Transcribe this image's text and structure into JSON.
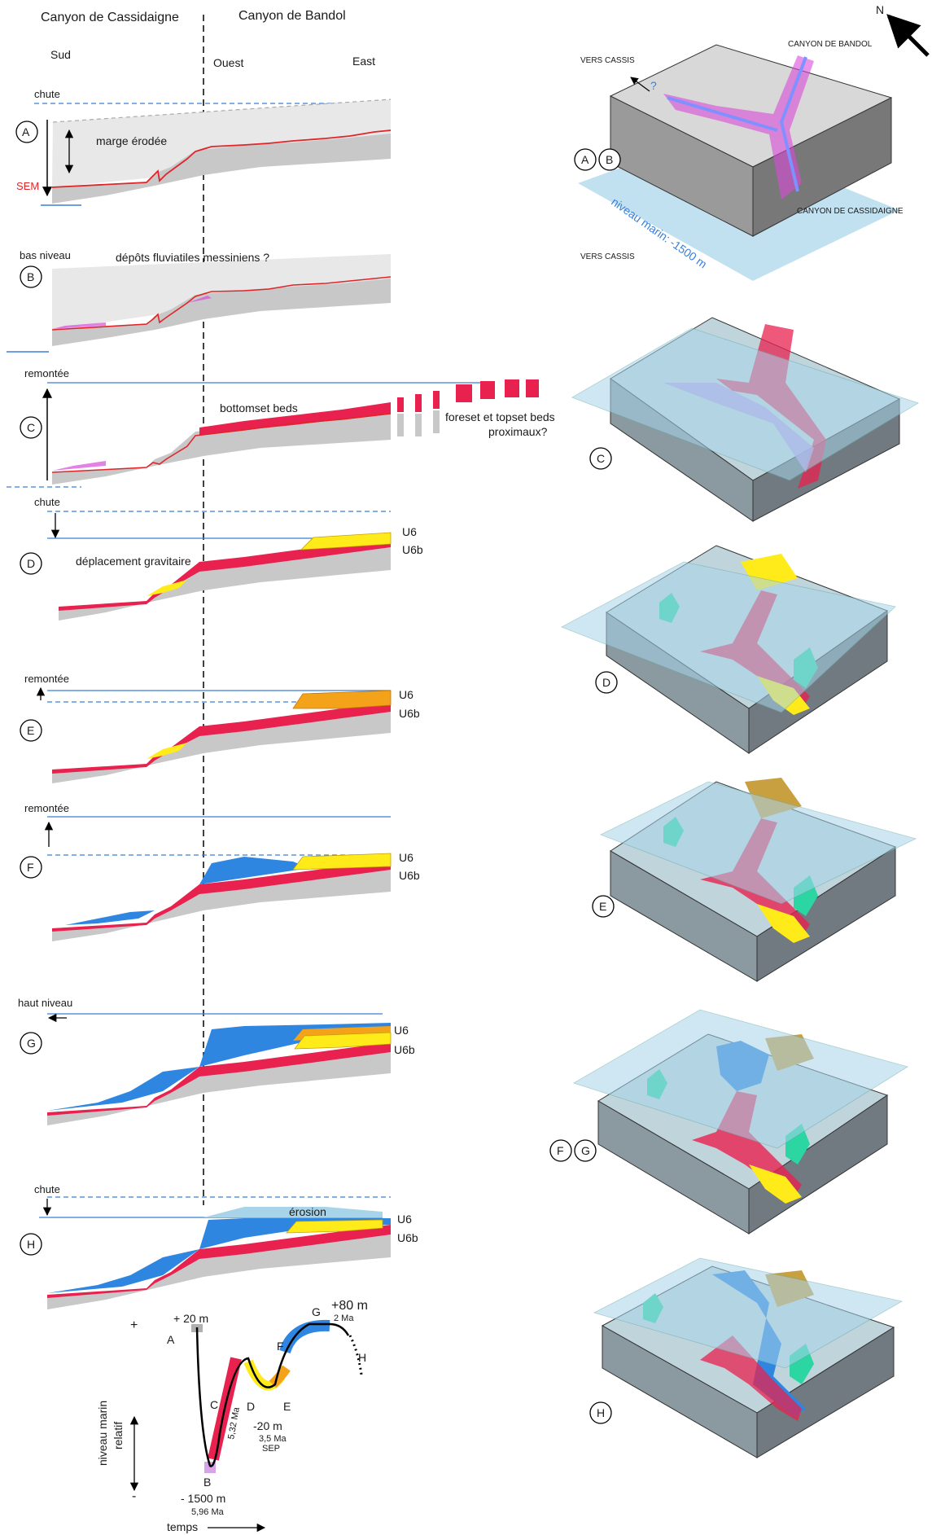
{
  "headers": {
    "left": "Canyon de Cassidaigne",
    "right": "Canyon de Bandol",
    "sud": "Sud",
    "ouest": "Ouest",
    "east": "East"
  },
  "sections": {
    "A": {
      "letter": "A",
      "event": "chute",
      "text": "marge érodée",
      "sem": "SEM"
    },
    "B": {
      "letter": "B",
      "event": "bas niveau",
      "text": "dépôts fluviatiles messiniens ?"
    },
    "C": {
      "letter": "C",
      "event": "remontée",
      "text": "bottomset beds",
      "text2": "foreset et topset beds",
      "text3": "proximaux?"
    },
    "D": {
      "letter": "D",
      "event": "chute",
      "text": "déplacement gravitaire",
      "u6": "U6",
      "u6b": "U6b"
    },
    "E": {
      "letter": "E",
      "event": "remontée",
      "u6": "U6",
      "u6b": "U6b"
    },
    "F": {
      "letter": "F",
      "event": "remontée",
      "u6": "U6",
      "u6b": "U6b"
    },
    "G": {
      "letter": "G",
      "event": "haut niveau",
      "u6": "U6",
      "u6b": "U6b"
    },
    "H": {
      "letter": "H",
      "event": "chute",
      "text": "érosion",
      "u6": "U6",
      "u6b": "U6b"
    }
  },
  "curve": {
    "ylabel1": "niveau marin",
    "ylabel2": "relatif",
    "plus": "+",
    "minus": "-",
    "xlabel": "temps",
    "A": "A",
    "B": "B",
    "C": "C",
    "D": "D",
    "E": "E",
    "F": "F",
    "G": "G",
    "H": "H",
    "a_val": "+ 20 m",
    "b_val": "- 1500 m",
    "b_age": "5,96 Ma",
    "c_age": "5,32 Ma",
    "d_val": "-20 m",
    "d_age": "3,5 Ma",
    "d_sep": "SEP",
    "g_val": "+80 m",
    "g_age": "2 Ma"
  },
  "blocks": {
    "north": "N",
    "vers_cassis_1": "VERS CASSIS",
    "vers_cassis_2": "VERS CASSIS",
    "canyon_bandol": "CANYON DE BANDOL",
    "canyon_cassidaigne": "CANYON DE CASSIDAIGNE",
    "question": "?",
    "niveau": "niveau marin: -1500 m",
    "AB1": "A",
    "AB2": "B",
    "C": "C",
    "D": "D",
    "E": "E",
    "F1": "F",
    "F2": "G",
    "H": "H"
  },
  "colors": {
    "sem_red": "#e0252a",
    "sea_blue": "#3a7fd8",
    "yellow": "#ffeb1a",
    "orange": "#f3a21a",
    "blue_deposit": "#2f86e0",
    "pink": "#d94bd8",
    "green": "#2bd6a2",
    "block_grey": "#a8a8a8",
    "water": "#a8d4ea"
  }
}
